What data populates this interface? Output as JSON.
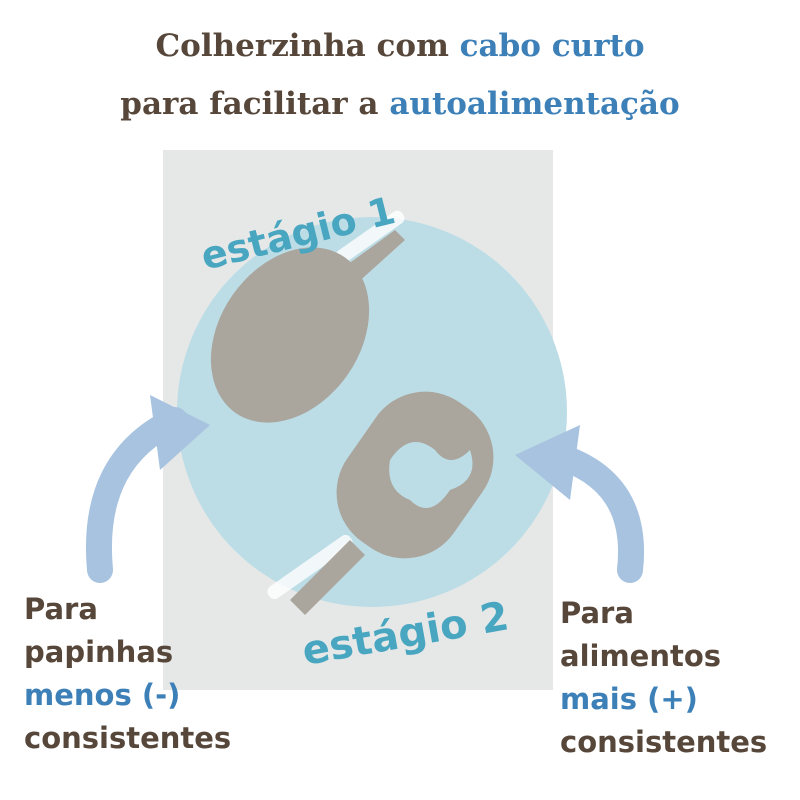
{
  "title": {
    "line1_a": "Colherzinha com ",
    "line1_b": "cabo curto",
    "line2_a": "para facilitar a ",
    "line2_b": "autoalimentação"
  },
  "photo": {
    "stage1": "estágio 1",
    "stage2": "estágio 2"
  },
  "left": {
    "l1": "Para",
    "l2": "papinhas",
    "l3": "menos (-)",
    "l4": "consistentes"
  },
  "right": {
    "l1": "Para",
    "l2": "alimentos",
    "l3": "mais (+)",
    "l4": "consistentes"
  },
  "colors": {
    "brown": "#56473a",
    "blue": "#3d80b8",
    "circle": "#bcdde6",
    "arrow": "#a7c3e0",
    "spoon": "#aaa59d"
  }
}
